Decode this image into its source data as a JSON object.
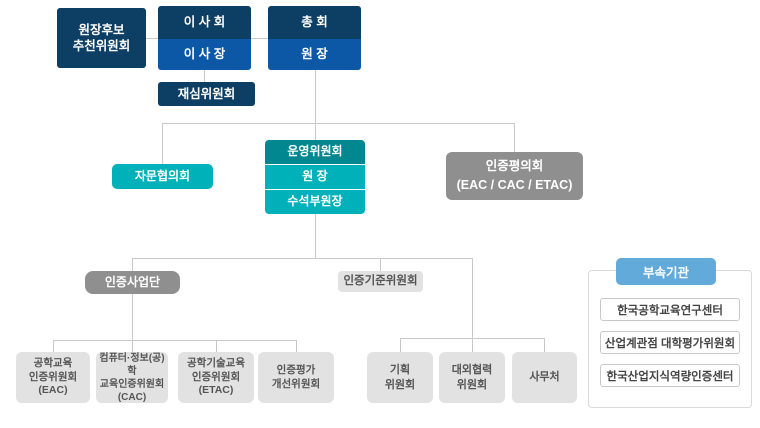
{
  "colors": {
    "navy": "#0d3e63",
    "blue": "#0d57a7",
    "teal_dark": "#00878f",
    "teal": "#00b1ba",
    "gray": "#8f8f8f",
    "gray_light": "#e2e2e2",
    "light_blue": "#62aad9",
    "connector_line": "#c9c9c9"
  },
  "nodes": {
    "candidate_committee": "원장후보\n추천위원회",
    "board": "이 사 회",
    "board_chair": "이 사 장",
    "general_assembly": "총 회",
    "president": "원 장",
    "review_committee": "재심위원회",
    "advisory_council": "자문협의회",
    "steering_committee": "운영위원회",
    "steering_director": "원 장",
    "senior_vice_president": "수석부원장",
    "accreditation_council": "인증평의회\n(EAC / CAC / ETAC)",
    "accreditation_division": "인증사업단",
    "criteria_committee": "인증기준위원회"
  },
  "sub_committees": [
    "공학교육\n인증위원회\n(EAC)",
    "컴퓨터·정보(공)학\n교육인증위원회\n(CAC)",
    "공학기술교육\n인증위원회\n(ETAC)",
    "인증평가\n개선위원회"
  ],
  "admin_committees": [
    "기획\n위원회",
    "대외협력\n위원회",
    "사무처"
  ],
  "affiliates": {
    "header": "부속기관",
    "items": [
      "한국공학교육연구센터",
      "산업계관점 대학평가위원회",
      "한국산업지식역량인증센터"
    ]
  }
}
